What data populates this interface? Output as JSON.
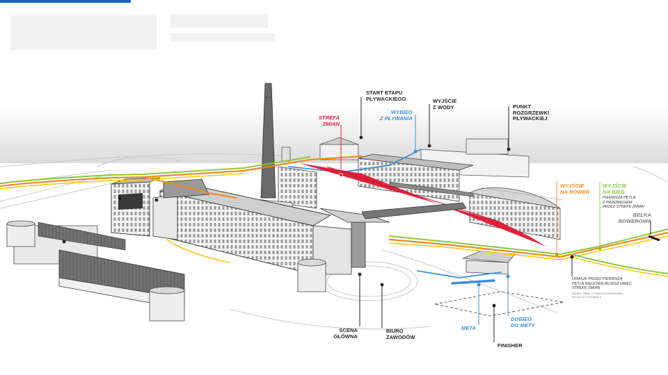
{
  "colors": {
    "accent_blue": "#1565c0",
    "swim_blue": "#3a8fd8",
    "transition_red": "#e0203a",
    "bike_orange": "#f08a1a",
    "run_green": "#8cc63f",
    "run_yellow": "#f6c817",
    "label_dark": "#222222",
    "building_line": "#555555"
  },
  "labels": {
    "start_swim": [
      "START ETAPU",
      "PŁYWACKIEGO"
    ],
    "wybieg": [
      "WYBIEG",
      "Z PŁYWANIA"
    ],
    "wyjscie_woda": [
      "WYJŚCIE",
      "Z WODY"
    ],
    "punkt": [
      "PUNKT",
      "ROZGRZEWKI",
      "PŁYWACKIEJ"
    ],
    "strefa": [
      "STREFA",
      "ZMIAN"
    ],
    "wyjscie_rower": [
      "WYJŚCIE",
      "NA ROWER"
    ],
    "wyjscie_bieg": [
      "WYJŚCIE",
      "NA BIEG"
    ],
    "bieg_note": [
      "PIERWSZA PĘTLA",
      "Z PRZEBIEGIEM",
      "PRZEZ STREFĘ ZMIAN"
    ],
    "belka": [
      "BELKA",
      "ROWEROWA"
    ],
    "uwaga": [
      "UWAGA! PRZED PIERWSZĄ",
      "PĘTLĄ BIEGOWĄ MUSISZ OBIEC",
      "STREFĘ ZMIAN"
    ],
    "uwaga_small": [
      "(DZIĘKI TEMU ZYSKASZ DODATKOWE",
      "800 M DO DYSTANSU)"
    ],
    "dobieg": [
      "DOBIEG",
      "DO METY"
    ],
    "meta": "META",
    "finisher": "FINISHER",
    "scena": [
      "SCENA",
      "GŁÓWNA"
    ],
    "biuro": [
      "BIURO",
      "ZAWODÓW"
    ]
  }
}
